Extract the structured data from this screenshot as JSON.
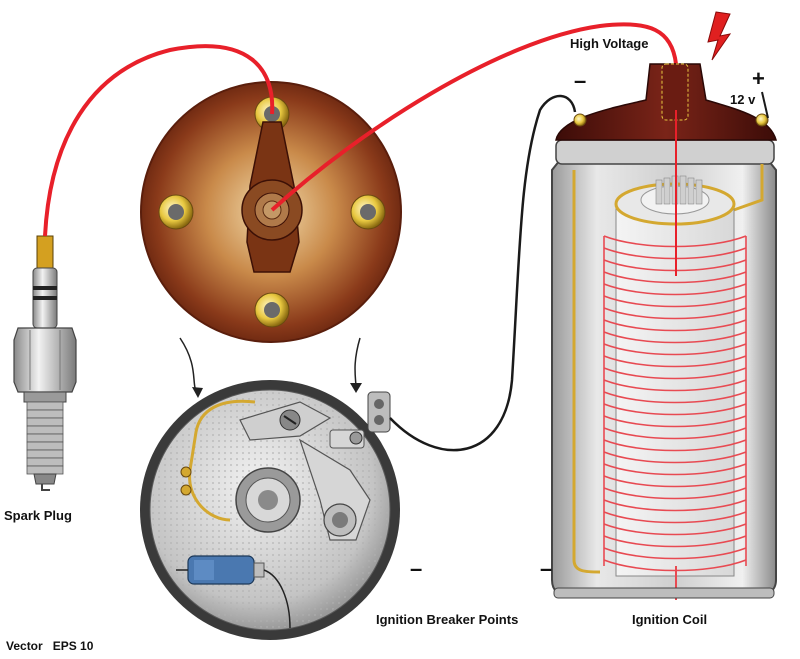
{
  "labels": {
    "high_voltage": "High Voltage",
    "twelve_v": "12 v",
    "spark_plug": "Spark Plug",
    "breaker_points": "Ignition Breaker Points",
    "ignition_coil": "Ignition Coil",
    "footer": "Vector   EPS 10"
  },
  "symbols": {
    "coil_minus": "–",
    "coil_plus": "+",
    "breaker_minus": "–",
    "coil_bottom_minus": "–"
  },
  "colors": {
    "wire_red": "#e8202a",
    "wire_black": "#1a1a1a",
    "cap_dark": "#5a1410",
    "distributor_light": "#e3c48a",
    "distributor_dark": "#6e2c12",
    "terminal_yellow": "#e8c840",
    "coil_winding": "#e84a52",
    "spark": "#e02020",
    "metal": "#c9c9c9"
  }
}
